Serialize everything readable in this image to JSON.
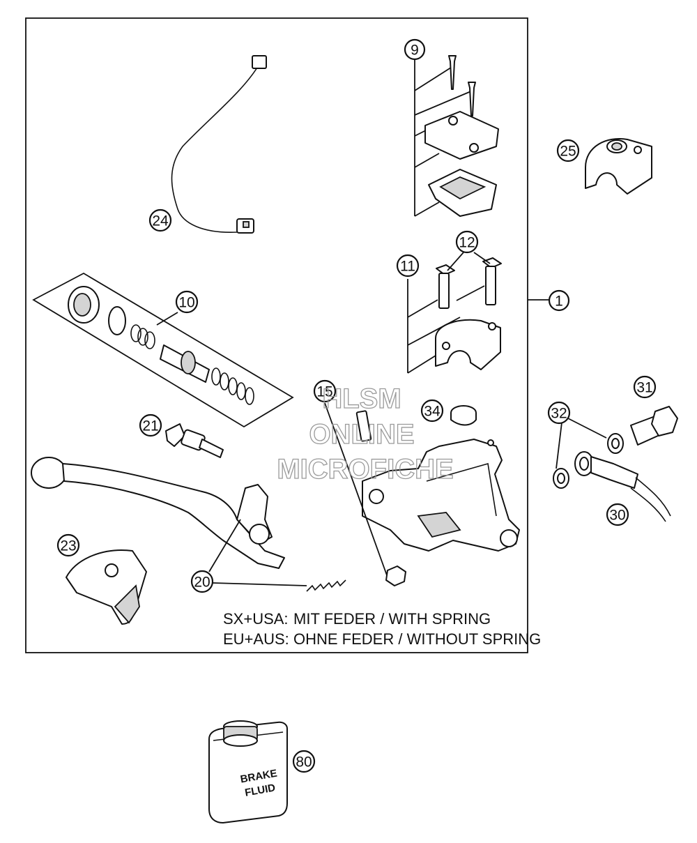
{
  "callouts": {
    "c1": "1",
    "c9": "9",
    "c10": "10",
    "c11": "11",
    "c12": "12",
    "c15": "15",
    "c20": "20",
    "c21": "21",
    "c23": "23",
    "c24": "24",
    "c25": "25",
    "c30": "30",
    "c31": "31",
    "c32": "32",
    "c34": "34",
    "c80": "80"
  },
  "notes": {
    "line1_key": "SX+USA:",
    "line1_text": "MIT FEDER / WITH SPRING",
    "line2_key": "EU+AUS:",
    "line2_text": "OHNE FEDER / WITHOUT SPRING"
  },
  "watermark": {
    "line1": "HLSM",
    "line2": "ONLINE",
    "line3": "MICROFICHE"
  },
  "fluid_label": {
    "line1": "BRAKE",
    "line2": "FLUID"
  },
  "colors": {
    "line": "#111111",
    "shade": "#d4d4d4",
    "watermark": "#9a9a9a"
  }
}
